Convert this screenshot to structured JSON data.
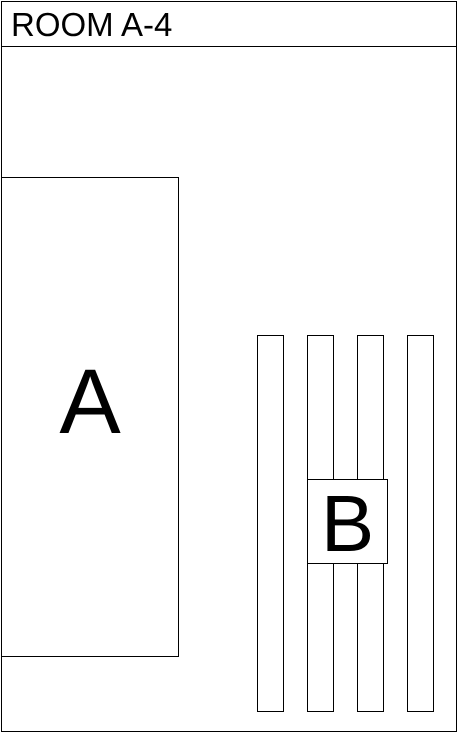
{
  "room": {
    "title": "ROOM A-4"
  },
  "zones": {
    "a_label": "A",
    "b_label": "B"
  },
  "bars": {
    "count": 4
  },
  "colors": {
    "stroke": "#000000",
    "background": "#ffffff"
  }
}
